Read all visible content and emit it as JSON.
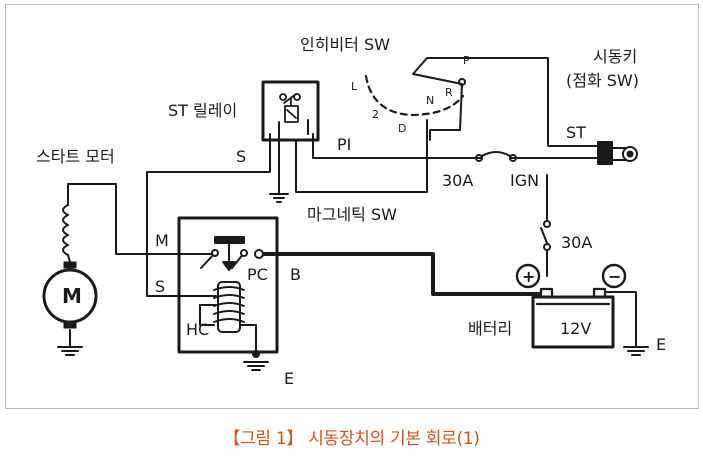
{
  "labels": {
    "inhibitor": "인히비터 SW",
    "key": "시동키",
    "key_sub": "(점화 SW)",
    "st_relay": "ST 릴레이",
    "starter_motor": "스타트 모터",
    "s_upper": "S",
    "pi": "PI",
    "st": "ST",
    "fuse_ign": "30A",
    "ign": "IGN",
    "magnetic": "마그네틱 SW",
    "fuse_batt": "30A",
    "m_term": "M",
    "s_term": "S",
    "pc": "PC",
    "b_term": "B",
    "hc": "HC",
    "e_bottom": "E",
    "e_right": "E",
    "battery": "배터리",
    "voltage": "12V",
    "plus": "+",
    "minus": "−",
    "motor": "M",
    "pos_l": "L",
    "pos_2": "2",
    "pos_d": "D",
    "pos_n": "N",
    "pos_r": "R",
    "pos_p": "P"
  },
  "caption": {
    "bracket_open": "【",
    "figure": "그림 1",
    "bracket_close": "】",
    "title": "시동장치의 기본 회로(1)"
  },
  "colors": {
    "caption": "#c8561e",
    "line": "#1a1a1a",
    "frame": "#b9b9b9"
  }
}
